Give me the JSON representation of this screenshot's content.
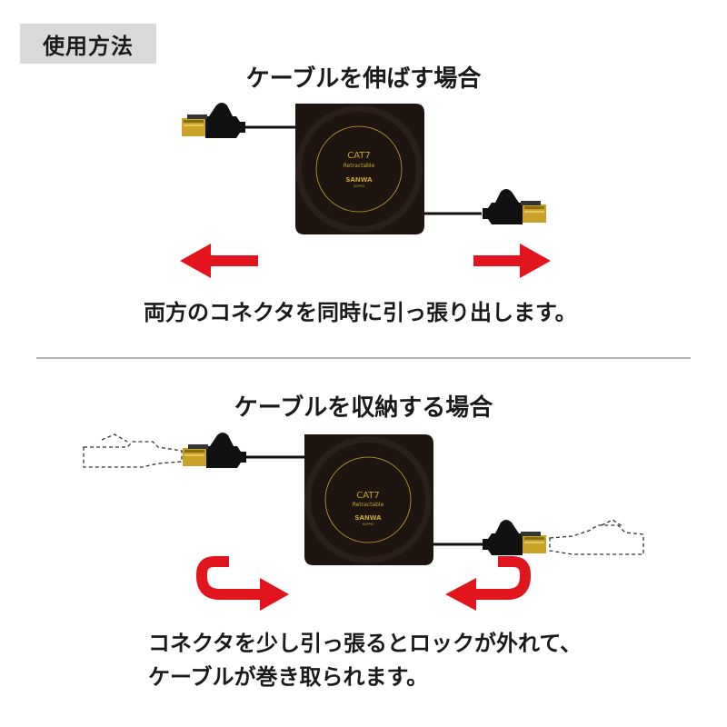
{
  "badge_label": "使用方法",
  "section_extend": {
    "title": "ケーブルを伸ばす場合",
    "caption": "両方のコネクタを同時に引っ張り出します。"
  },
  "section_retract": {
    "title": "ケーブルを収納する場合",
    "caption_line1": "コネクタを少し引っ張るとロックが外れて、",
    "caption_line2": "ケーブルが巻き取られます。"
  },
  "reel": {
    "model": "CAT7",
    "type_label": "Retractable",
    "brand": "SANWA",
    "brand_sub": "SUPPLY"
  },
  "colors": {
    "arrow": "#e2141d",
    "reel_body": "#1e1511",
    "connector_gold": "#c9a227",
    "badge_bg": "#d9d9d9"
  },
  "icons": {
    "arrow_left": "arrow-left-icon",
    "arrow_right": "arrow-right-icon",
    "u_turn_right": "u-turn-arrow-right-icon",
    "u_turn_left": "u-turn-arrow-left-icon"
  }
}
